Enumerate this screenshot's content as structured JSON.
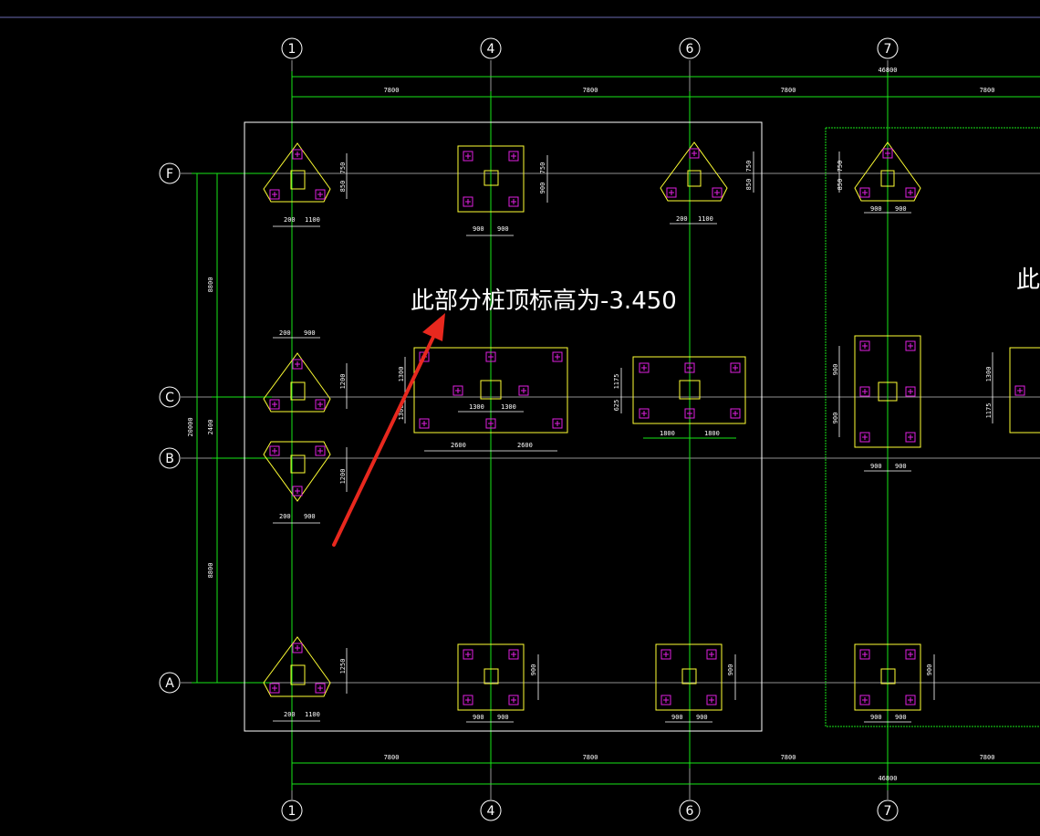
{
  "drawing": {
    "grid_columns": [
      "1",
      "4",
      "6",
      "7"
    ],
    "grid_rows": [
      "F",
      "C",
      "B",
      "A"
    ],
    "dims_top": [
      "7800",
      "7800",
      "7800",
      "7800"
    ],
    "dims_bottom": [
      "7800",
      "7800",
      "7800",
      "7800"
    ],
    "overall_top": "46800",
    "overall_bottom": "46800",
    "dims_left_rows": [
      "8800",
      "2400",
      "8800"
    ],
    "overall_left": "20000",
    "annotation_main": "此部分桩顶标高为-3.450",
    "annotation_right": "此部",
    "cap_dims": {
      "a": "200",
      "b": "1100",
      "c": "900",
      "d": "1300",
      "e": "2600",
      "f": "1800",
      "g": "1175",
      "h": "625",
      "i": "750",
      "j": "1200",
      "k": "850",
      "l": "1250"
    }
  },
  "colors": {
    "background": "#000000",
    "grid_line": "#bfbfbf",
    "dimension_line": "#19e619",
    "pile_cap_outline": "#ffff33",
    "pile_marker": "#e020e0",
    "boundary": "#ffffff",
    "arrow": "#e8281e",
    "top_rule": "#6a6ab0"
  }
}
